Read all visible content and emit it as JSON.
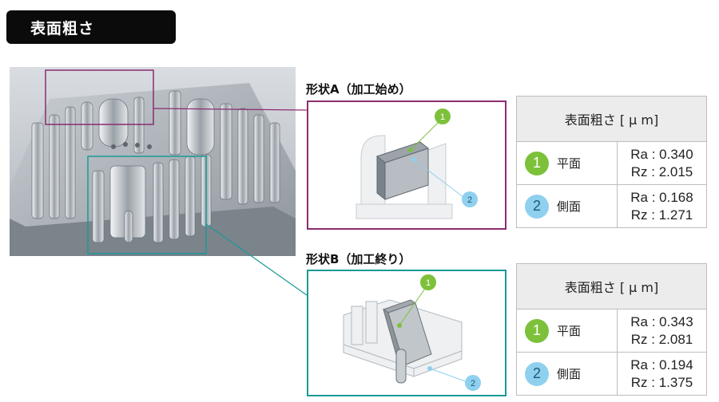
{
  "title": "表面粗さ",
  "shapes": [
    {
      "label": "形状A（加工始め）",
      "frame_color": "#8b2c6f",
      "table": {
        "header": "表面粗さ [ μ m]",
        "rows": [
          {
            "num": "1",
            "name": "平面",
            "ra": "Ra : 0.340",
            "rz": "Rz : 2.015"
          },
          {
            "num": "2",
            "name": "側面",
            "ra": "Ra : 0.168",
            "rz": "Rz : 1.271"
          }
        ]
      }
    },
    {
      "label": "形状B（加工終り）",
      "frame_color": "#1a9a95",
      "table": {
        "header": "表面粗さ [ μ m]",
        "rows": [
          {
            "num": "1",
            "name": "平面",
            "ra": "Ra : 0.343",
            "rz": "Rz : 2.081"
          },
          {
            "num": "2",
            "name": "側面",
            "ra": "Ra : 0.194",
            "rz": "Rz : 1.375"
          }
        ]
      }
    }
  ],
  "colors": {
    "marker_1": "#7dc13a",
    "marker_2": "#8fd0ee"
  }
}
